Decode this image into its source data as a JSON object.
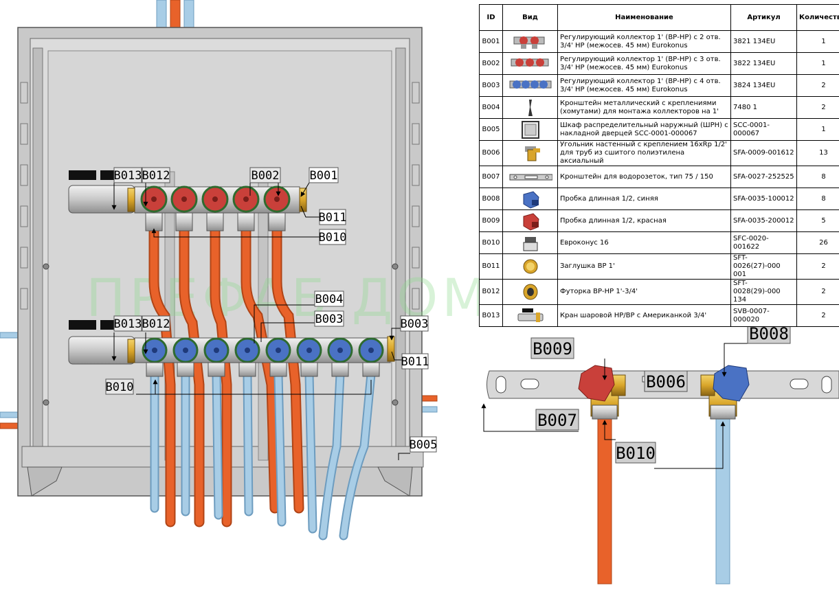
{
  "watermark": "ПРЕФАБ ДОМ",
  "table": {
    "headers": {
      "id": "ID",
      "view": "Вид",
      "name": "Наименование",
      "article": "Артикул",
      "qty": "Количеств"
    },
    "rows": [
      {
        "id": "B001",
        "name": "Регулирующий коллектор 1' (ВР-НР) с 2 отв. 3/4' НР (межосев. 45 мм) Eurokonus",
        "article": "3821 134EU",
        "qty": "1",
        "icon": "manifold-2-icon"
      },
      {
        "id": "B002",
        "name": "Регулирующий коллектор 1' (ВР-НР) с 3 отв. 3/4' НР (межосев. 45 мм) Eurokonus",
        "article": "3822 134EU",
        "qty": "1",
        "icon": "manifold-3-icon"
      },
      {
        "id": "B003",
        "name": "Регулирующий коллектор 1' (ВР-НР) с 4 отв. 3/4' НР (межосев. 45 мм) Eurokonus",
        "article": "3824 134EU",
        "qty": "2",
        "icon": "manifold-4-icon"
      },
      {
        "id": "B004",
        "name": "Кронштейн металлический с креплениями (хомутами) для монтажа коллекторов на 1'",
        "article": "7480 1",
        "qty": "2",
        "icon": "bracket-icon"
      },
      {
        "id": "B005",
        "name": "Шкаф распределительный наружный (ШРН) с накладной дверцей SCC-0001-000067",
        "article": "SCC-0001-000067",
        "qty": "1",
        "icon": "cabinet-icon"
      },
      {
        "id": "B006",
        "name": "Угольник настенный с креплением 16xRp 1/2' для труб из сшитого полиэтилена аксиальный",
        "article": "SFA-0009-001612",
        "qty": "13",
        "icon": "wall-elbow-icon"
      },
      {
        "id": "B007",
        "name": "Кронштейн для водорозеток, тип 75 / 150",
        "article": "SFA-0027-252525",
        "qty": "8",
        "icon": "socket-bracket-icon"
      },
      {
        "id": "B008",
        "name": "Пробка длинная 1/2, синяя",
        "article": "SFA-0035-100012",
        "qty": "8",
        "icon": "plug-blue-icon"
      },
      {
        "id": "B009",
        "name": "Пробка длинная 1/2, красная",
        "article": "SFA-0035-200012",
        "qty": "5",
        "icon": "plug-red-icon"
      },
      {
        "id": "B010",
        "name": "Евроконус 16",
        "article": "SFC-0020-001622",
        "qty": "26",
        "icon": "eurocone-icon"
      },
      {
        "id": "B011",
        "name": "Заглушка ВР 1'",
        "article": "SFT-0026(27)-000 001",
        "qty": "2",
        "icon": "end-cap-icon"
      },
      {
        "id": "B012",
        "name": "Футорка ВР-НР 1'-3/4'",
        "article": "SFT-0028(29)-000 134",
        "qty": "2",
        "icon": "adapter-icon"
      },
      {
        "id": "B013",
        "name": "Кран шаровой НР/ВР с Американкой 3/4'",
        "article": "SVB-0007-000020",
        "qty": "2",
        "icon": "ball-valve-icon"
      }
    ]
  },
  "callouts": {
    "top_b013": "B013",
    "top_b012": "B012",
    "top_b002": "B002",
    "top_b001": "B001",
    "top_b011": "B011",
    "top_b010": "B010",
    "b004": "B004",
    "bot_b013": "B013",
    "bot_b012": "B012",
    "bot_b003_mid": "B003",
    "bot_b003_right": "B003",
    "bot_b011": "B011",
    "bot_b010": "B010",
    "b005": "B005",
    "detail_b009": "B009",
    "detail_b008": "B008",
    "detail_b006": "B006",
    "detail_b007": "B007",
    "detail_b010": "B010"
  },
  "colors": {
    "red_pipe": "#e8622a",
    "blue_pipe": "#a8cde6",
    "red_valve": "#c9403a",
    "blue_valve": "#4a72c4",
    "cabinet": "#d2d2d2",
    "brass": "#d9a52a"
  }
}
